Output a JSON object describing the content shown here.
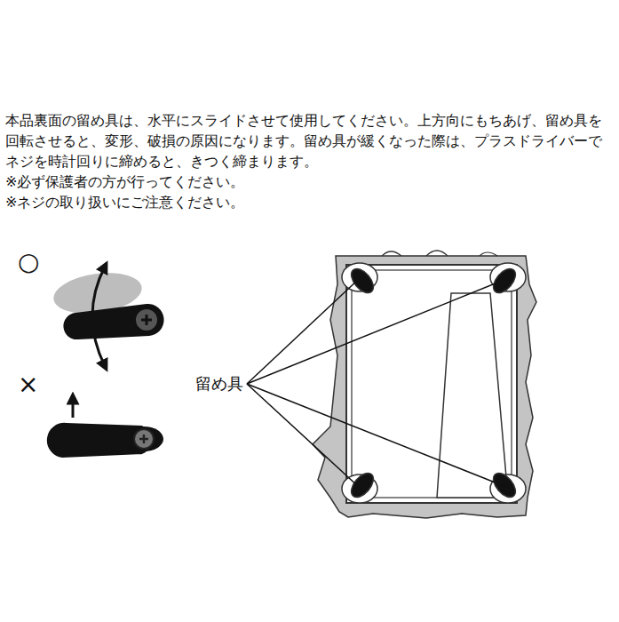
{
  "diagram": {
    "labels": [
      "本品裏面の留め具は、水平にスライドさせて使用してください。上方向にもちあげ、留め具を回転させると、変形、破損の原因になります。留め具が緩くなった際は、プラスドライバーでネジを時計回りに締めると、きつく締まります。",
      "※必ず保護者の方が行ってください。",
      "※ネジの取り扱いにご注意ください。",
      "○",
      "×",
      "留め具"
    ]
  }
}
